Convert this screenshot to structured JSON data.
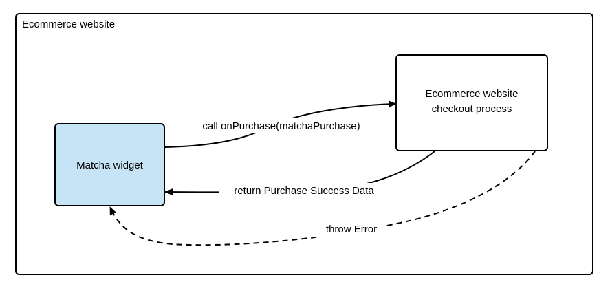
{
  "container": {
    "title": "Ecommerce website",
    "border_color": "#000000"
  },
  "nodes": {
    "widget": {
      "label": "Matcha widget",
      "fill": "#c7e4f6"
    },
    "checkout": {
      "label_line1": "Ecommerce website",
      "label_line2": "checkout process",
      "fill": "#ffffff"
    }
  },
  "edges": {
    "call": {
      "label": "call onPurchase(matchaPurchase)"
    },
    "return": {
      "label": "return Purchase Success Data"
    },
    "error": {
      "label": "throw Error",
      "style": "dashed"
    }
  }
}
